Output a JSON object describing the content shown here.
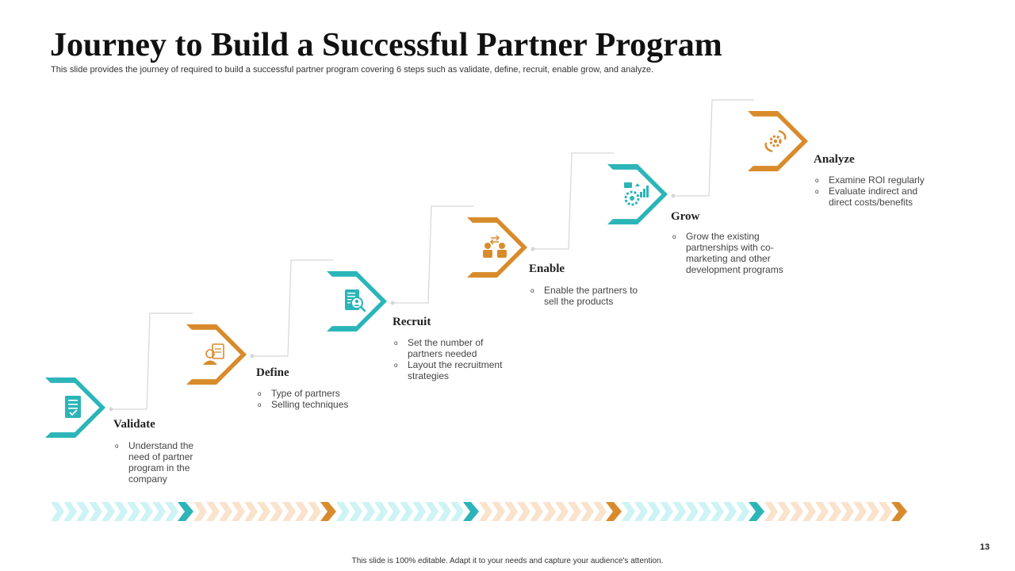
{
  "slide": {
    "title": "Journey to Build a Successful Partner Program",
    "subtitle": "This slide provides the journey of required to build a successful partner program covering 6 steps such as validate, define, recruit, enable grow, and analyze.",
    "footer": "This slide is 100% editable. Adapt it to your needs and capture your audience's attention.",
    "page_number": "13"
  },
  "colors": {
    "teal": "#2bb5b8",
    "orange": "#d98b2b",
    "teal_light": "#cdf3f5",
    "orange_light": "#fae3cc",
    "connector": "#d6d6d6"
  },
  "steps": [
    {
      "title": "Validate",
      "color": "teal",
      "icon": "document-check-icon",
      "bullets": [
        "Understand the need of partner program in the company"
      ]
    },
    {
      "title": "Define",
      "color": "orange",
      "icon": "user-document-icon",
      "bullets": [
        "Type of partners",
        "Selling techniques"
      ]
    },
    {
      "title": "Recruit",
      "color": "teal",
      "icon": "search-profile-icon",
      "bullets": [
        "Set the number of partners needed",
        "Layout the recruitment strategies"
      ]
    },
    {
      "title": "Enable",
      "color": "orange",
      "icon": "partners-exchange-icon",
      "bullets": [
        "Enable the partners to sell the products"
      ]
    },
    {
      "title": "Grow",
      "color": "teal",
      "icon": "growth-gear-icon",
      "bullets": [
        "Grow the existing partnerships with co-marketing and other development programs"
      ]
    },
    {
      "title": "Analyze",
      "color": "orange",
      "icon": "hand-gear-icon",
      "bullets": [
        "Examine ROI regularly",
        "Evaluate indirect and direct costs/benefits"
      ]
    }
  ]
}
